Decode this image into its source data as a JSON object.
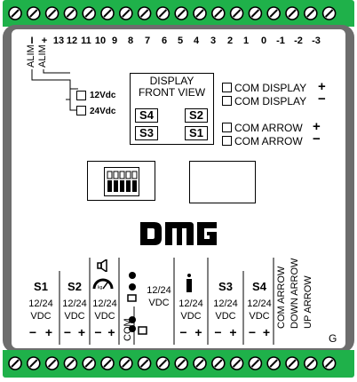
{
  "top_labels": [
    "I",
    "+",
    "13",
    "12",
    "11",
    "10",
    "9",
    "8",
    "7",
    "6",
    "5",
    "4",
    "3",
    "2",
    "1",
    "0",
    "-1",
    "-2",
    "-3"
  ],
  "alim_labels": [
    "ALIM",
    "ALIM"
  ],
  "voltage_options": [
    "12Vdc",
    "24Vdc"
  ],
  "display_title": [
    "DISPLAY",
    "FRONT VIEW"
  ],
  "display_switches": [
    "S4",
    "S2",
    "S3",
    "S1"
  ],
  "com_labels": [
    {
      "text": "COM DISPLAY",
      "sign": "+"
    },
    {
      "text": "COM DISPLAY",
      "sign": "−"
    },
    {
      "text": "COM ARROW",
      "sign": "+"
    },
    {
      "text": "COM ARROW",
      "sign": "−"
    }
  ],
  "logo_text": "DMG",
  "bottom_groups": [
    {
      "name": "S1",
      "volt": "12/24",
      "unit": "VDC",
      "minus": "−",
      "plus": "+"
    },
    {
      "name": "S2",
      "volt": "12/24",
      "unit": "VDC",
      "minus": "−",
      "plus": "+"
    },
    {
      "name": "",
      "volt": "12/24",
      "unit": "VDC",
      "minus": "−",
      "plus": "+"
    },
    {
      "name": "",
      "volt": "12/24",
      "unit": "VDC",
      "minus": "",
      "plus": ""
    },
    {
      "name": "",
      "volt": "12/24",
      "unit": "VDC",
      "minus": "−",
      "plus": "+"
    },
    {
      "name": "S3",
      "volt": "12/24",
      "unit": "VDC",
      "minus": "−",
      "plus": "+"
    },
    {
      "name": "S4",
      "volt": "12/24",
      "unit": "VDC",
      "minus": "−",
      "plus": "+"
    }
  ],
  "com_vertical": "COM",
  "arrow_labels": [
    "COM ARROW",
    "DOWN ARROW",
    "UP ARROW"
  ],
  "ground_label": "G",
  "colors": {
    "terminal_green": "#1fb14a",
    "body_gray": "#6d6d6d",
    "panel_white": "#ffffff"
  },
  "icons": [
    "speaker-icon",
    "gauge-icon",
    "lamp-icon",
    "door-icon",
    "light-icon"
  ]
}
